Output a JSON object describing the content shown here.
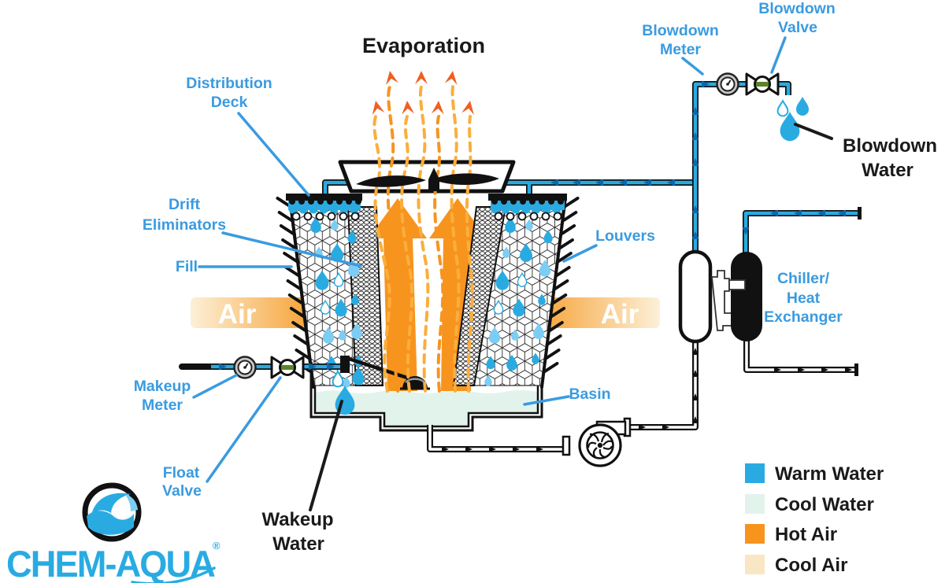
{
  "title": "Evaporation",
  "labels": {
    "distribution_deck_line1": "Distribution",
    "distribution_deck_line2": "Deck",
    "drift_line1": "Drift",
    "drift_line2": "Eliminators",
    "fill": "Fill",
    "louvers": "Louvers",
    "air_left": "Air",
    "air_right": "Air",
    "basin": "Basin",
    "makeup_meter_line1": "Makeup",
    "makeup_meter_line2": "Meter",
    "float_valve_line1": "Float",
    "float_valve_line2": "Valve",
    "wakeup_water_line1": "Wakeup",
    "wakeup_water_line2": "Water",
    "blowdown_meter_line1": "Blowdown",
    "blowdown_meter_line2": "Meter",
    "blowdown_valve_line1": "Blowdown",
    "blowdown_valve_line2": "Valve",
    "blowdown_water_line1": "Blowdown",
    "blowdown_water_line2": "Water",
    "chiller_line1": "Chiller/",
    "chiller_line2": "Heat",
    "chiller_line3": "Exchanger"
  },
  "legend": {
    "items": [
      {
        "label": "Warm Water",
        "color": "#29ABE2"
      },
      {
        "label": "Cool Water",
        "color": "#E2F3EC"
      },
      {
        "label": "Hot Air",
        "color": "#F7941E"
      },
      {
        "label": "Cool Air",
        "color": "#F8E6C4"
      }
    ]
  },
  "logo": {
    "brand": "CHEM-AQUA",
    "registered": "®"
  },
  "colors": {
    "warm_water": "#29ABE2",
    "cool_water": "#E2F3EC",
    "hot_air": "#F7941E",
    "cool_air": "#F8E6C4",
    "label_blue": "#3A9BE0",
    "pipe_outline": "#1a1a1a",
    "arrow_blue": "#0B69AE",
    "evap_dash": "#FBAE3C",
    "evap_arrowhead": "#F15F22",
    "valve_green": "#5B8228"
  }
}
